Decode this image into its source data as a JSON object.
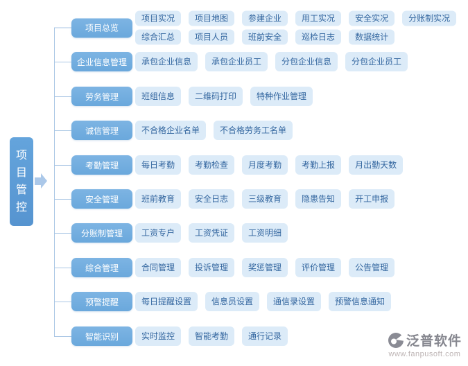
{
  "root": {
    "label": "项目管控"
  },
  "categories": [
    {
      "label": "项目总览",
      "item_rows": [
        [
          "项目实况",
          "项目地图",
          "参建企业",
          "用工实况",
          "安全实况",
          "分账制实况"
        ],
        [
          "综合汇总",
          "项目人员",
          "班前安全",
          "巡检日志",
          "数据统计"
        ]
      ]
    },
    {
      "label": "企业信息管理",
      "item_rows": [
        [
          "承包企业信息",
          "承包企业员工",
          "分包企业信息",
          "分包企业员工"
        ]
      ]
    },
    {
      "label": "劳务管理",
      "item_rows": [
        [
          "班组信息",
          "二维码打印",
          "特种作业管理"
        ]
      ]
    },
    {
      "label": "诚信管理",
      "item_rows": [
        [
          "不合格企业名单",
          "不合格劳务工名单"
        ]
      ]
    },
    {
      "label": "考勤管理",
      "item_rows": [
        [
          "每日考勤",
          "考勤检查",
          "月度考勤",
          "考勤上报",
          "月出勤天数"
        ]
      ]
    },
    {
      "label": "安全管理",
      "item_rows": [
        [
          "班前教育",
          "安全日志",
          "三级教育",
          "隐患告知",
          "开工申报"
        ]
      ]
    },
    {
      "label": "分账制管理",
      "item_rows": [
        [
          "工资专户",
          "工资凭证",
          "工资明细"
        ]
      ]
    },
    {
      "label": "综合管理",
      "item_rows": [
        [
          "合同管理",
          "投诉管理",
          "奖惩管理",
          "评价管理",
          "公告管理"
        ]
      ]
    },
    {
      "label": "预警提醒",
      "item_rows": [
        [
          "每日提醒设置",
          "信息员设置",
          "通信录设置",
          "预警信息通知"
        ]
      ]
    },
    {
      "label": "智能识别",
      "item_rows": [
        [
          "实时监控",
          "智能考勤",
          "通行记录"
        ]
      ]
    }
  ],
  "logo": {
    "name": "泛普软件",
    "url": "www.fanpusoft.com"
  },
  "colors": {
    "root_bg": "#5b9bd5",
    "category_bg": "#74aedf",
    "category_text": "#ffffff",
    "item_bg": "#dcebf8",
    "item_text": "#33669f",
    "connector_line": "#a9c6e4",
    "arrow": "#abc8e9",
    "logo_text": "#86878f",
    "logo_url": "#bdb4b4"
  }
}
